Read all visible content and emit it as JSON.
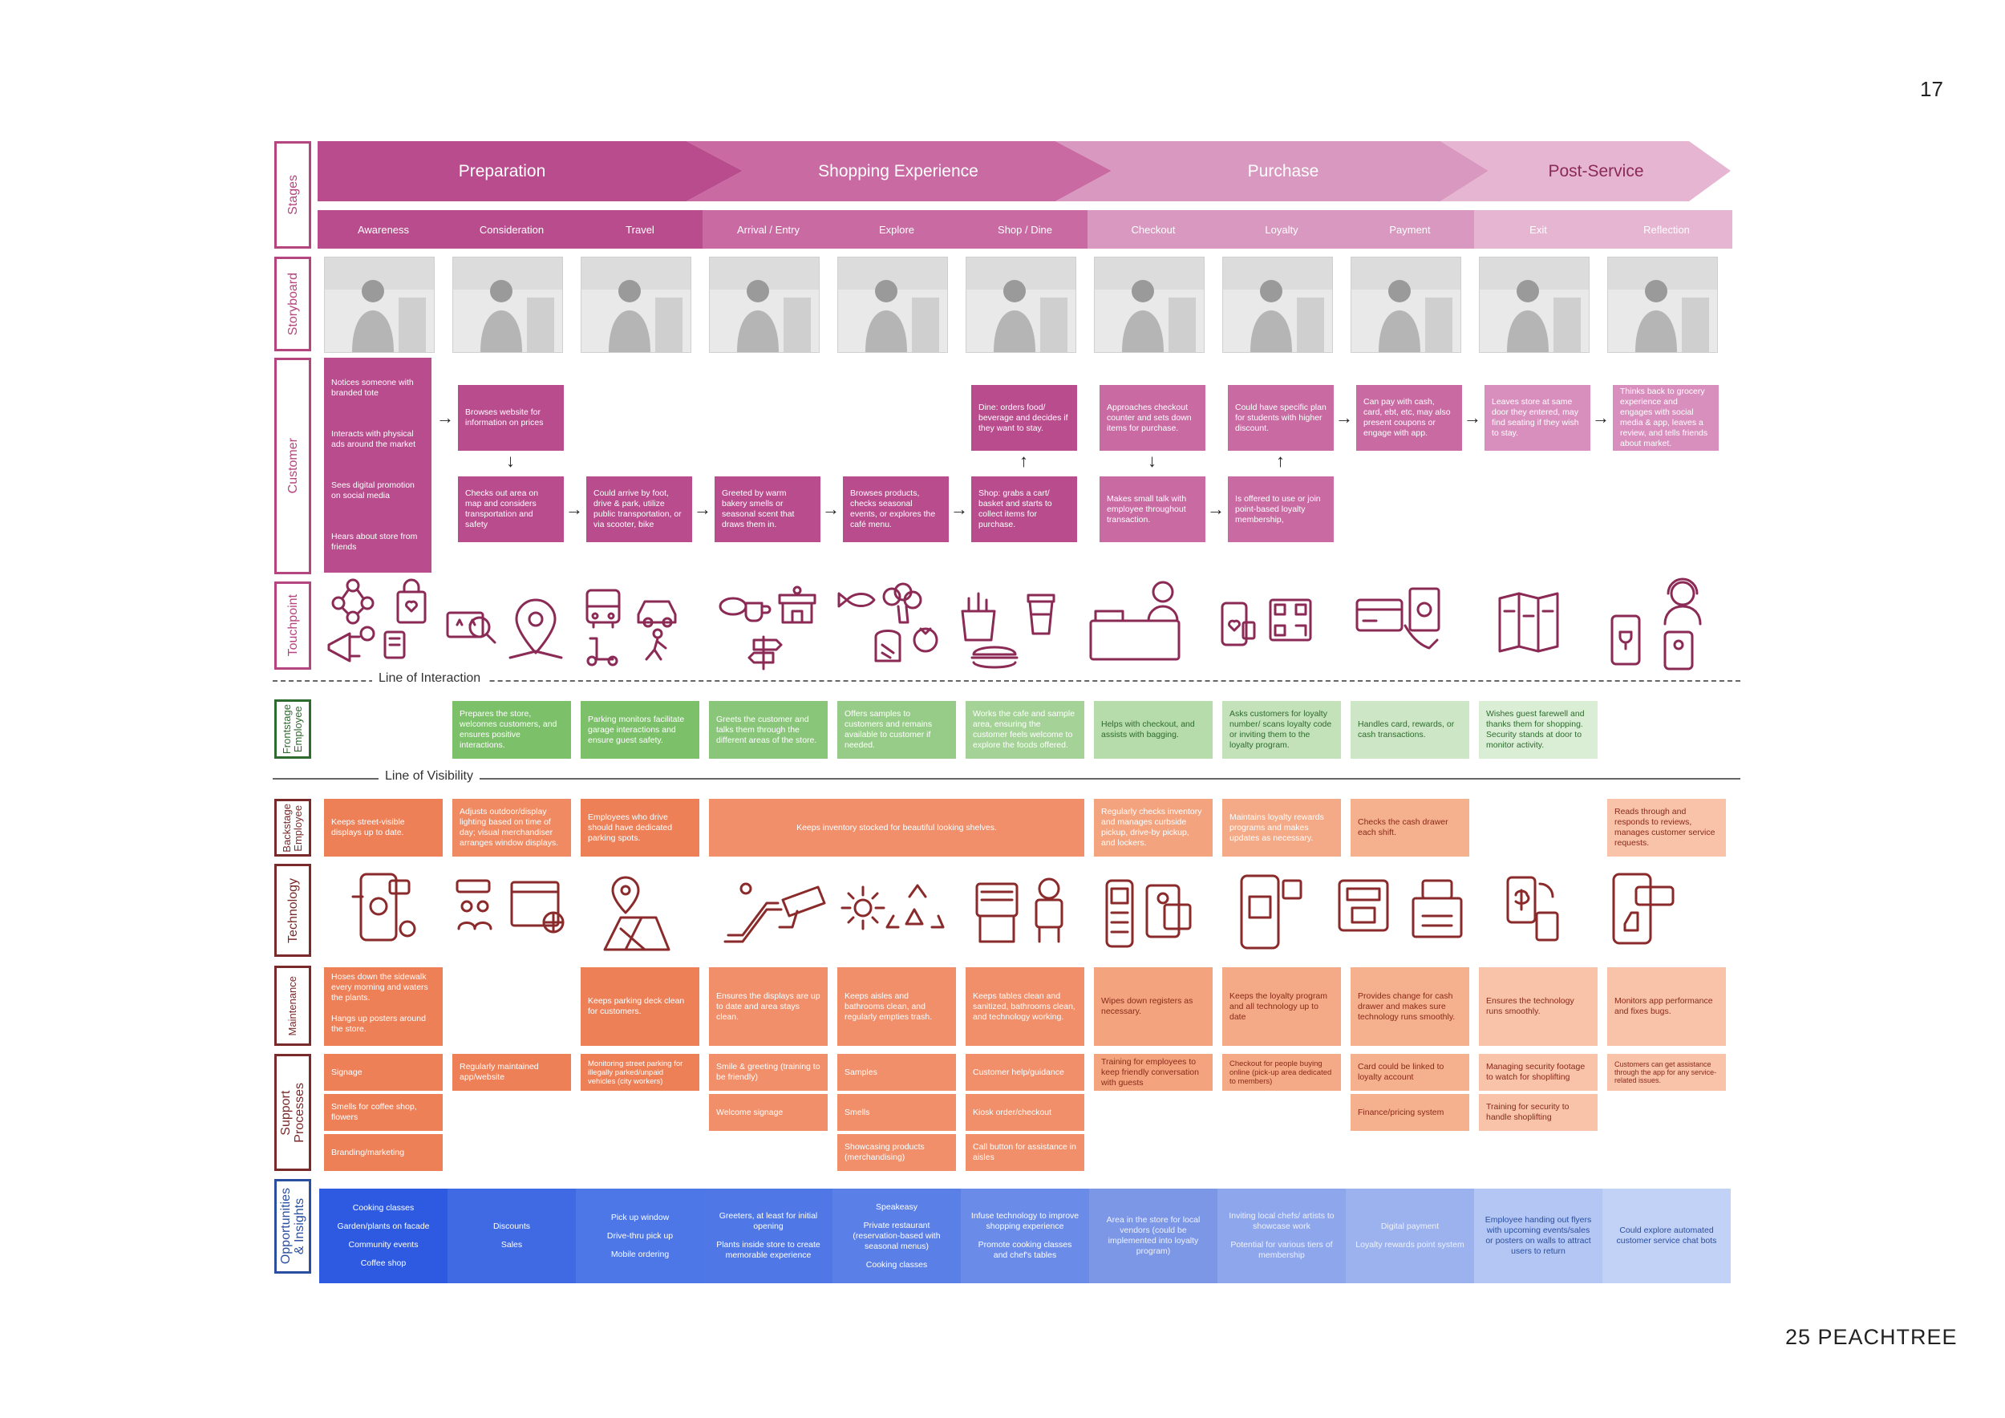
{
  "page_number": "17",
  "brand": "25 PEACHTREE",
  "rows": {
    "stages": "Stages",
    "storyboard": "Storyboard",
    "customer": "Customer",
    "touchpoint": "Touchpoint",
    "frontstage": "Frontstage\nEmployee",
    "backstage": "Backstage\nEmployee",
    "technology": "Technology",
    "maintenance": "Maintenance",
    "support": "Support\nProcesses",
    "opportunities": "Opportunities\n& Insights"
  },
  "stages": [
    {
      "label": "Preparation",
      "color": "#b94c8d"
    },
    {
      "label": "Shopping Experience",
      "color": "#c96aa3"
    },
    {
      "label": "Purchase",
      "color": "#d898bf"
    },
    {
      "label": "Post-Service",
      "color": "#e6b5d2"
    }
  ],
  "substages": [
    "Awareness",
    "Consideration",
    "Travel",
    "Arrival / Entry",
    "Explore",
    "Shop / Dine",
    "Checkout",
    "Loyalty",
    "Payment",
    "Exit",
    "Reflection"
  ],
  "lines": {
    "interaction": "Line of Interaction",
    "visibility": "Line of Visibility"
  },
  "customer": {
    "awareness": [
      "Notices someone with branded tote",
      "Interacts with physical ads around the market",
      "Sees digital promotion on social media",
      "Hears about store from friends"
    ],
    "consideration_top": "Browses website for information on prices",
    "consideration_bottom": "Checks out area on map and considers transportation and safety",
    "travel": "Could arrive by foot, drive & park, utilize public transportation, or via scooter, bike",
    "arrival": "Greeted by warm bakery smells or seasonal scent that draws them in.",
    "explore": "Browses products, checks seasonal events, or explores the café menu.",
    "shop_top": "Dine: orders food/ beverage and decides if they want to stay.",
    "shop_bottom": "Shop: grabs a cart/ basket and starts to collect items for purchase.",
    "checkout_top": "Approaches checkout counter and sets down items for purchase.",
    "checkout_bottom": "Makes small talk with employee throughout transaction.",
    "loyalty_top": "Could have specific plan for students with higher discount.",
    "loyalty_bottom": "Is offered to use or join point-based loyalty membership,",
    "payment": "Can pay with cash, card, ebt, etc, may also present coupons or engage with app.",
    "exit": "Leaves store at same door they entered, may find seating if they wish to stay.",
    "reflection": "Thinks back to grocery experience and engages with social media & app, leaves a review, and tells friends about market."
  },
  "frontstage": [
    "Prepares the store, welcomes customers, and ensures positive interactions.",
    "Parking monitors facilitate garage interactions and ensure guest safety.",
    "Greets the customer and talks them through the different areas of the store.",
    "Offers samples to customers and remains available to customer if needed.",
    "Works the cafe and sample area, ensuring the customer feels welcome to explore the foods offered.",
    "Helps with checkout, and assists with bagging.",
    "Asks customers for loyalty number/ scans loyalty code or inviting them to the loyalty program.",
    "Handles card, rewards, or cash transactions.",
    "Wishes guest farewell and thanks them for shopping. Security stands at door to monitor activity."
  ],
  "backstage": [
    "Keeps street-visible displays up to date.",
    "Adjusts outdoor/display lighting based on time of day; visual merchandiser arranges window displays.",
    "Employees who drive should have dedicated parking spots.",
    "Keeps inventory stocked for beautiful looking shelves.",
    "Regularly checks inventory and manages curbside pickup, drive-by pickup, and lockers.",
    "Maintains loyalty rewards programs and makes updates as necessary.",
    "Checks the cash drawer each shift.",
    "Reads through and responds to reviews, manages customer service requests."
  ],
  "maintenance": [
    "Hoses down the sidewalk every morning and waters the plants.\n\nHangs up posters around the store.",
    "Keeps parking deck clean for customers.",
    "Ensures the displays are up to date and area stays clean.",
    "Keeps aisles and bathrooms clean, and regularly empties trash.",
    "Keeps tables clean and sanitized, bathrooms clean, and technology working.",
    "Wipes down registers as necessary.",
    "Keeps the loyalty program and all technology up to date",
    "Provides change for cash drawer and makes sure technology runs smoothly.",
    "Ensures the technology runs smoothly.",
    "Monitors app performance and fixes bugs."
  ],
  "support": {
    "awareness": [
      "Signage",
      "Smells for coffee shop, flowers",
      "Branding/marketing"
    ],
    "consideration": "Regularly maintained app/website",
    "travel": "Monitoring street parking for illegally parked/unpaid vehicles (city workers)",
    "arrival": [
      "Smile & greeting (training to be friendly)",
      "Welcome signage"
    ],
    "explore": [
      "Samples",
      "Smells",
      "Showcasing products (merchandising)"
    ],
    "shop": [
      "Customer help/guidance",
      "Kiosk order/checkout",
      "Call button for assistance in aisles"
    ],
    "checkout": "Training for employees to keep friendly conversation with guests",
    "loyalty": "Checkout for people buying online (pick-up area dedicated to members)",
    "payment": [
      "Card could be linked to loyalty account",
      "Finance/pricing system"
    ],
    "exit": [
      "Managing security footage to watch for shoplifting",
      "Training for security to handle shoplifting"
    ],
    "reflection": "Customers can get assistance through the app for any service-related issues."
  },
  "opportunities": [
    [
      "Cooking classes",
      "Garden/plants on facade",
      "Community events",
      "Coffee shop"
    ],
    [
      "Discounts",
      "Sales"
    ],
    [
      "Pick up window",
      "Drive-thru pick up",
      "Mobile ordering"
    ],
    [
      "Greeters, at least for initial opening",
      "Plants inside store to create memorable experience"
    ],
    [
      "Speakeasy",
      "Private restaurant (reservation-based with seasonal menus)",
      "Cooking classes"
    ],
    [
      "Infuse technology to improve shopping experience",
      "Promote cooking classes and chef's tables"
    ],
    [
      "Area in the store for local vendors (could be implemented into loyalty program)"
    ],
    [
      "Inviting local chefs/ artists to showcase work",
      "Potential for various tiers of membership"
    ],
    [
      "Digital payment",
      "Loyalty rewards point system"
    ],
    [
      "Employee handing out flyers with upcoming events/sales or posters on walls to attract users to return"
    ],
    [
      "Could explore automated customer service chat bots"
    ]
  ],
  "icons": {
    "touchpoint": [
      "network-icon",
      "shopping-bag-heart-icon",
      "megaphone-icon",
      "review-stars-icon",
      "map-pin-icon",
      "bus-icon",
      "car-icon",
      "scooter-icon",
      "walking-person-icon",
      "bakery-icon",
      "storefront-icon",
      "signpost-icon",
      "fish-icon",
      "broccoli-icon",
      "bread-icon",
      "tomato-icon",
      "grocery-bag-icon",
      "coffee-cup-icon",
      "sandwich-icon",
      "cashier-icon",
      "phone-heart-icon",
      "qr-code-icon",
      "credit-card-icon",
      "cash-hand-icon",
      "brochure-icon",
      "phone-trophy-icon",
      "support-agent-icon"
    ],
    "technology": [
      "social-phone-icon",
      "team-rating-icon",
      "web-browser-icon",
      "map-pin-icon",
      "escalator-icon",
      "security-camera-icon",
      "light-icon",
      "recycle-icon",
      "kiosk-icon",
      "robot-chef-icon",
      "barcode-scanner-icon",
      "mobile-payment-icon",
      "qr-phone-icon",
      "card-reader-icon",
      "cash-register-icon",
      "dollar-phone-icon",
      "review-phone-icon"
    ]
  },
  "colors": {
    "customer_dark": "#b94c8d",
    "customer_light": "#d98fbd",
    "icon_stroke": "#8a2a55",
    "opp_gradient": [
      "#2d5ae0",
      "#3f6ae3",
      "#4d76e6",
      "#4f78e6",
      "#5a7fe6",
      "#6a8be8",
      "#7d97e7",
      "#8ea6ec",
      "#9bb2ef",
      "#b4c6f3",
      "#c2d1f6"
    ],
    "front": [
      "#7cc06a",
      "#7cc06a",
      "#8ac67a",
      "#97cc88",
      "#a5d397",
      "#b6dcab",
      "#c3e2ba",
      "#cde7c6",
      "#daeed6"
    ],
    "back": [
      "#ee8058",
      "#ef8a63",
      "#f08f6a",
      "#f3a47f",
      "#f4aa86",
      "#f5b08e",
      "#f5b896",
      "#f8c3a8"
    ]
  }
}
